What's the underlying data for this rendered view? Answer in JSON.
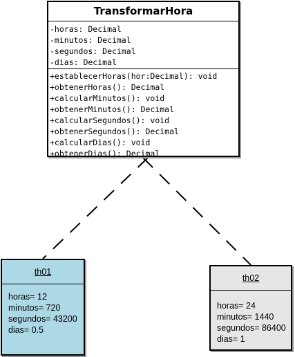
{
  "colors": {
    "object1_fill": "#add8e6",
    "object2_fill": "#e6e6e6",
    "class_fill": "#ffffff",
    "line": "#000000"
  },
  "class": {
    "name": "TransformarHora",
    "attributes": [
      "-horas: Decimal",
      "-minutos: Decimal",
      "-segundos: Decimal",
      "-dias: Decimal"
    ],
    "operations": [
      "+establecerHoras(hor:Decimal): void",
      "+obtenerHoras(): Decimal",
      "+calcularMinutos(): void",
      "+obtenerMinutos(): Decimal",
      "+calcularSegundos(): void",
      "+obtenerSegundos(): Decimal",
      "+calcularDias(): void",
      "+obtenerDias(): Decimal"
    ]
  },
  "objects": [
    {
      "name": "th01",
      "slots": [
        "horas= 12",
        "minutos= 720",
        "segundos= 43200",
        "dias= 0.5"
      ]
    },
    {
      "name": "th02",
      "slots": [
        "horas= 24",
        "minutos= 1440",
        "segundos= 86400",
        "dias= 1"
      ]
    }
  ]
}
